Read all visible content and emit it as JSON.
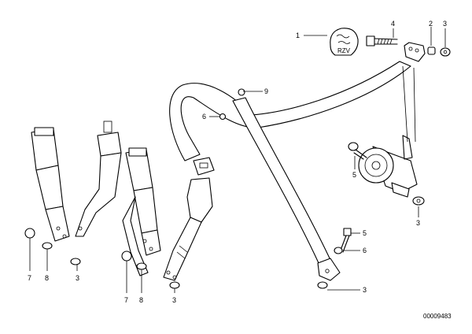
{
  "callouts": {
    "c1": "1",
    "c4": "4",
    "c2": "2",
    "c3_top": "3",
    "c9_mid": "9",
    "c6_mid": "6",
    "c5_right": "5",
    "c3_right": "3",
    "c5_low": "5",
    "c6_low": "6",
    "c3_bottom": "3",
    "c7_left": "7",
    "c8_left": "8",
    "c3_left": "3",
    "c7_center": "7",
    "c8_center": "8",
    "c3_center": "3"
  },
  "drawing_code": "00009483"
}
